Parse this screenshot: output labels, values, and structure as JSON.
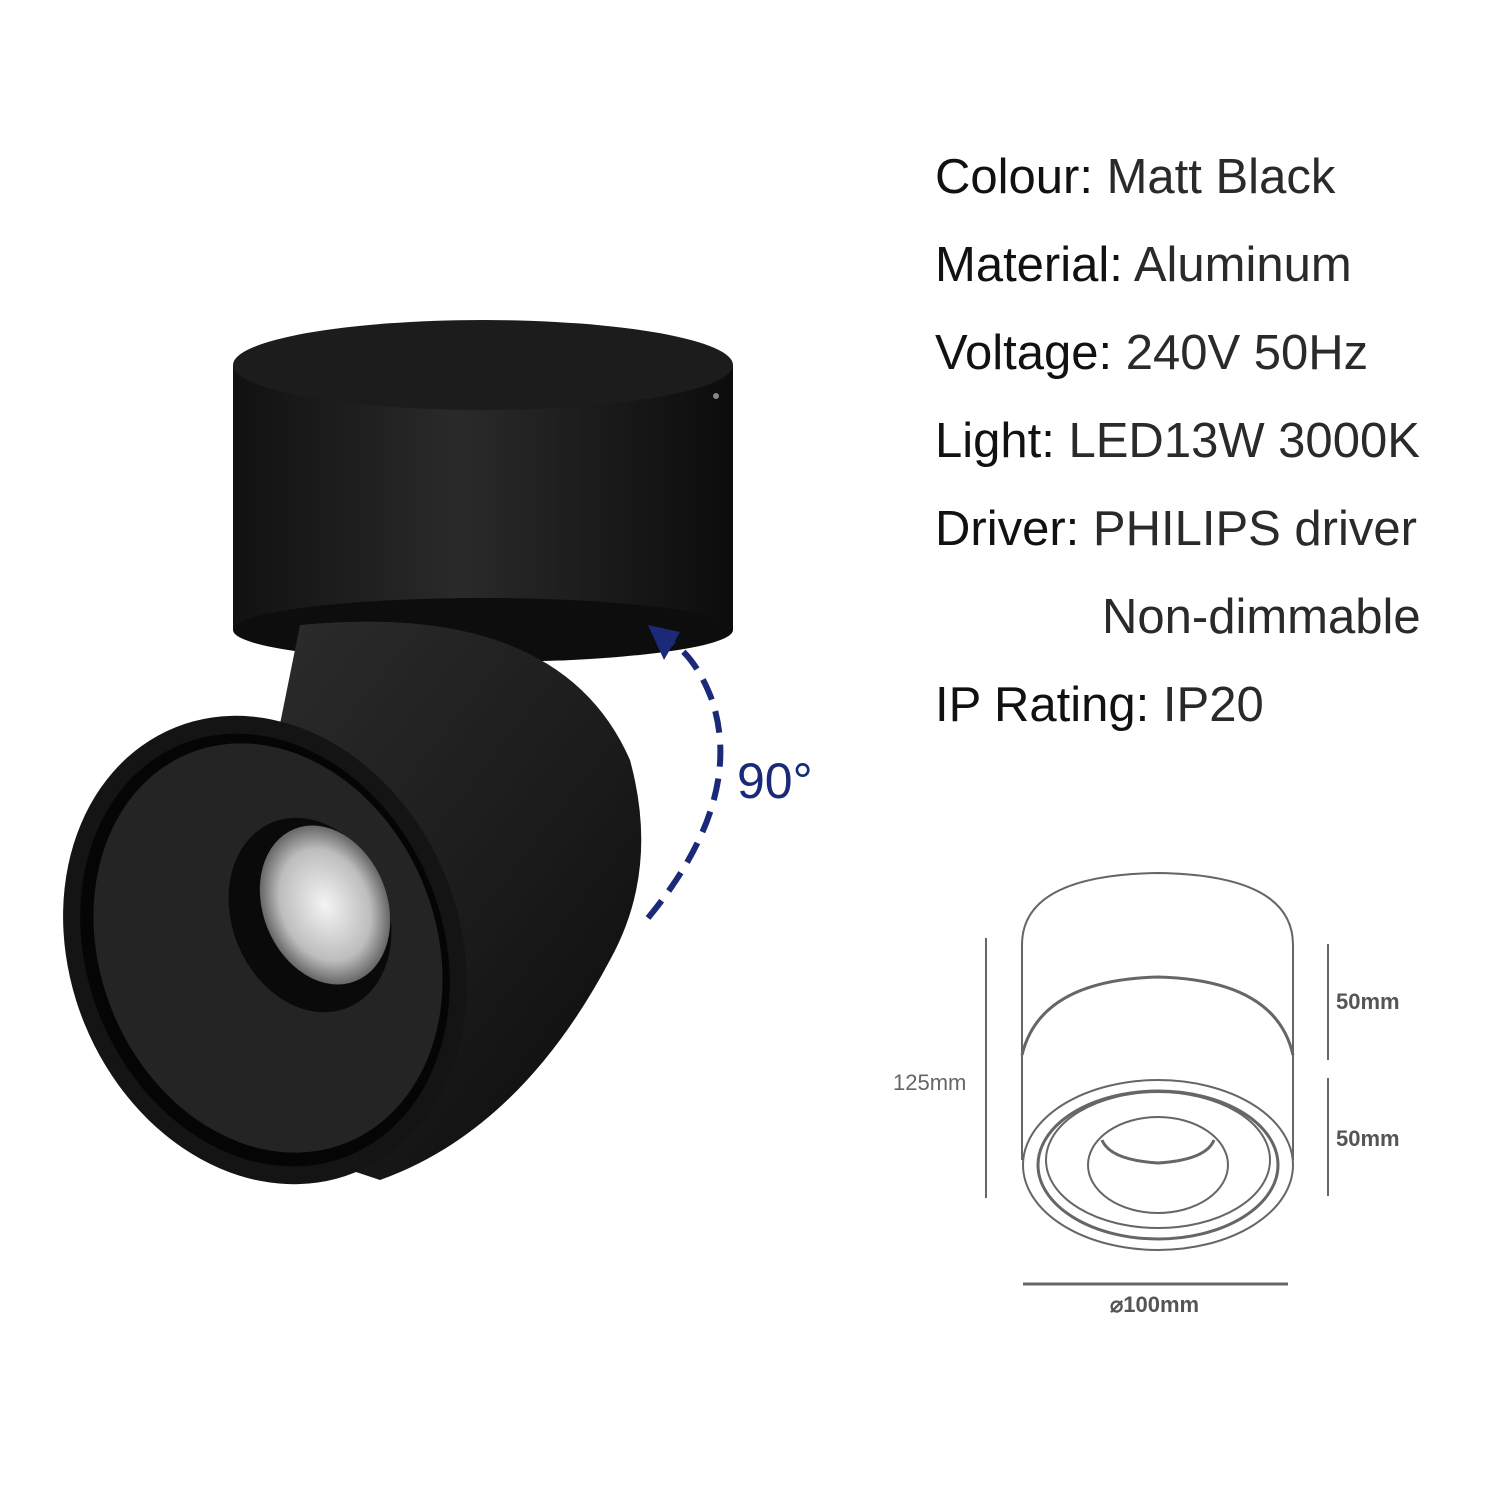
{
  "specs": [
    {
      "label": "Colour:",
      "value": "Matt Black"
    },
    {
      "label": "Material:",
      "value": "Aluminum"
    },
    {
      "label": "Voltage:",
      "value": "240V 50Hz"
    },
    {
      "label": "Light:",
      "value": "LED13W 3000K"
    },
    {
      "label": "Driver:",
      "value": "PHILIPS driver"
    },
    {
      "label": "",
      "value": "Non-dimmable"
    },
    {
      "label": "IP Rating:",
      "value": "IP20"
    }
  ],
  "rotation": {
    "angle_label": "90°",
    "arrow_color": "#1a2a78"
  },
  "dimensions": {
    "total_height": "125mm",
    "top_height": "50mm",
    "head_height": "50mm",
    "diameter": "⌀100mm"
  }
}
